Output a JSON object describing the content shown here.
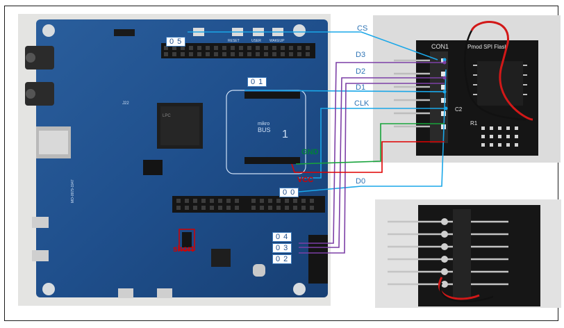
{
  "labels": {
    "cs": "CS",
    "d3": "D3",
    "d2": "D2",
    "d1": "D1",
    "clk": "CLK",
    "gnd": "GND",
    "vcc": "VCC",
    "d0": "D0",
    "short": "short"
  },
  "pins": {
    "p05": "0 5",
    "p01": "0 1",
    "p00": "0 0",
    "p04": "0 4",
    "p03": "0 3",
    "p02": "0 2"
  },
  "board": {
    "left_silk": "LPC",
    "j_label": "J22",
    "mikrobus_line1": "mikro",
    "mikrobus_line2": "BUS",
    "mikrobus_num": "1",
    "board_id": "MO-0979-1947",
    "button_labels": [
      "RESET",
      "USER",
      "WAKEUP"
    ]
  },
  "module": {
    "con_label": "CON1",
    "title": "Pmod SPI Flash",
    "c2": "C2",
    "r1": "R1"
  },
  "colors": {
    "blue_wire": "#1aa7e8",
    "purple_wire": "#7c3fa6",
    "green_wire": "#17a33b",
    "red_wire": "#e00000",
    "board_blue": "#1f4f8c"
  }
}
